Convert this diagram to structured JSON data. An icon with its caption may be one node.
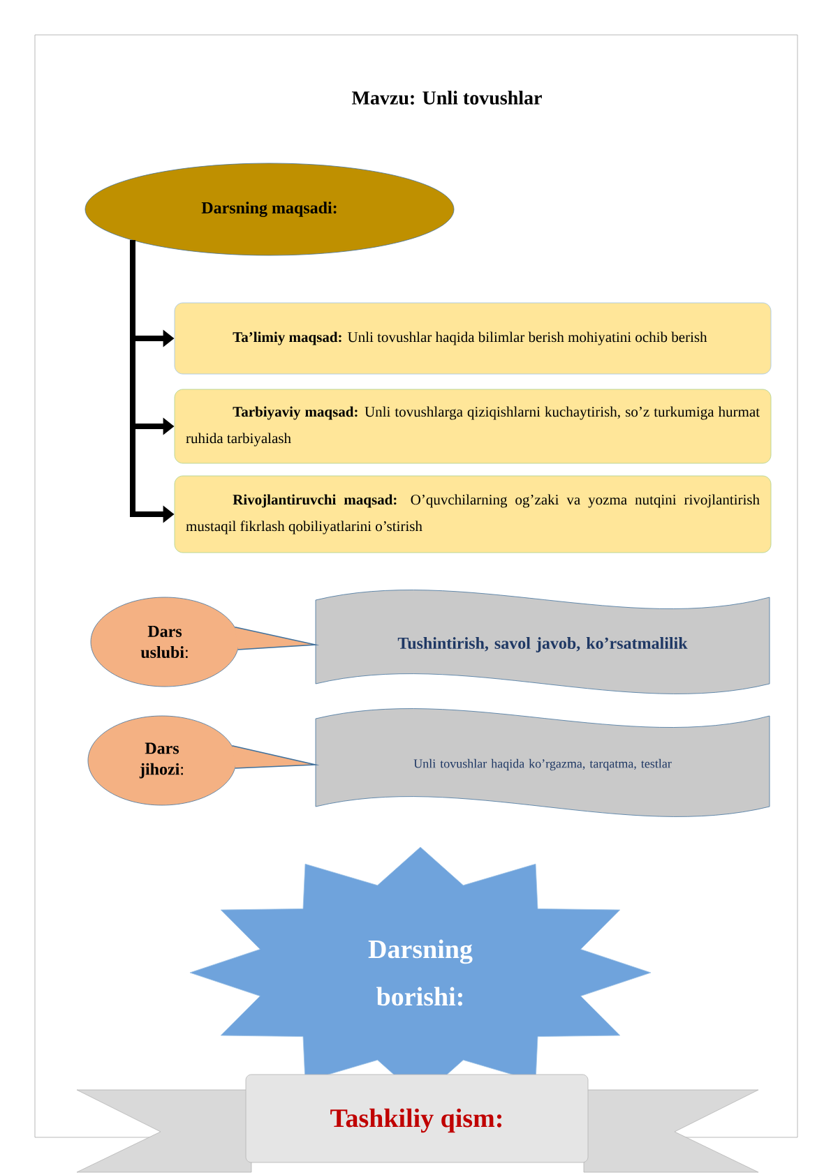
{
  "diagram": {
    "title": "Mavzu: Unli tovushlar",
    "nodes": [
      {
        "text": [
          "Darsning maqsadi:"
        ]
      },
      {
        "text": [
          "**Ta’limiy maqsad:** Unli tovushlar haqida bilimlar berish mohiyatini ochib berish"
        ]
      },
      {
        "text": [
          "**Tarbiyaviy maqsad:** Unli tovushlarga qiziqishlarni kuchaytirish, so’z turkumiga hurmat ruhida tarbiyalash"
        ]
      },
      {
        "text": [
          "**Rivojlantiruvchi maqsad:** O’quvchilarning og’zaki va yozma nutqini rivojlantirish mustaqil fikrlash qobiliyatlarini o’stirish"
        ]
      },
      {
        "text": [
          "**Dars uslubi**:"
        ]
      },
      {
        "text": [
          "Tushintirish, savol javob, ko’rsatmalilik"
        ]
      },
      {
        "text": [
          "**Dars jihozi**:"
        ]
      },
      {
        "text": [
          "Unli tovushlar haqida ko’rgazma, tarqatma, testlar"
        ]
      },
      {
        "text": [
          "**Darsning borishi**:"
        ]
      },
      {
        "text": [
          "Tashkiliy qism:"
        ]
      }
    ],
    "edges": [
      {
        "from": 0,
        "to": 1,
        "arrow": "to"
      },
      {
        "from": 0,
        "to": 2,
        "arrow": "to"
      },
      {
        "from": 0,
        "to": 3,
        "arrow": "to"
      },
      {
        "from": 4,
        "to": 5,
        "arrow": "none",
        "color": "#41719c"
      },
      {
        "from": 6,
        "to": 7,
        "arrow": "none",
        "color": "#41719c"
      }
    ]
  }
}
